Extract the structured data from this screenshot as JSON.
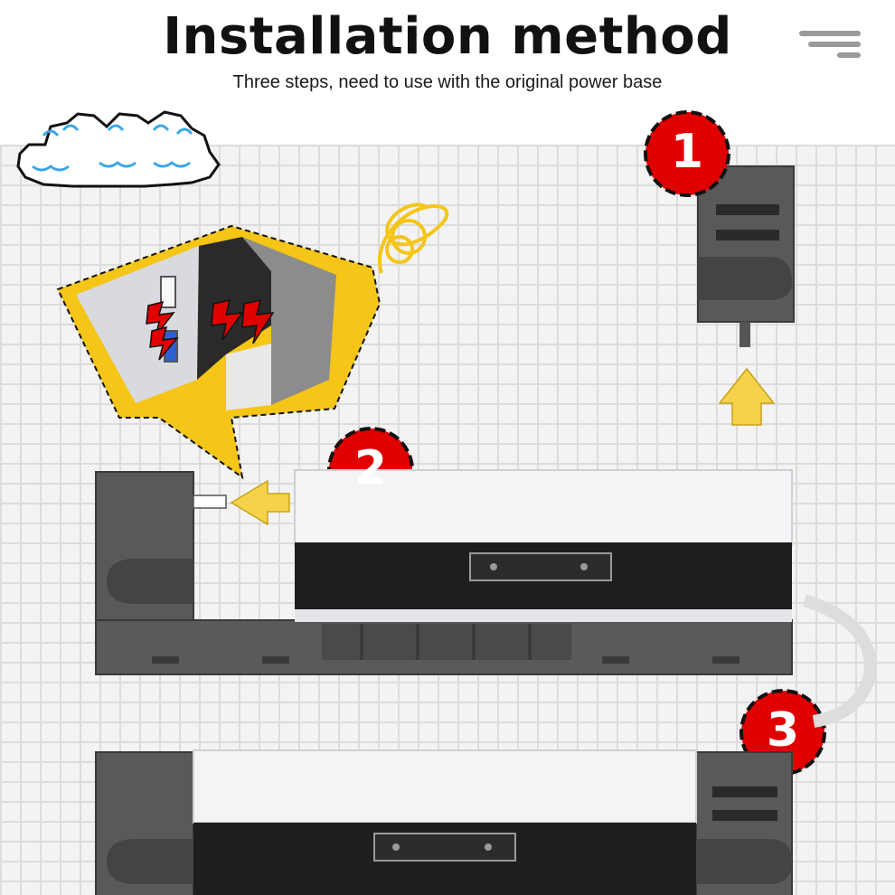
{
  "header": {
    "title": "Installation method",
    "subtitle": "Three steps, need to use with the original power base"
  },
  "steps": [
    {
      "number": "1"
    },
    {
      "number": "2"
    },
    {
      "number": "3"
    }
  ],
  "colors": {
    "accent_yellow": "#f5c518",
    "step_red": "#e00000",
    "base_gray": "#5a5a5a",
    "console_white": "#f4f4f6"
  },
  "icons": [
    "menu-icon",
    "cloud-icon",
    "lightning-icon",
    "arrow-up-icon",
    "arrow-left-icon",
    "cable-coil-icon"
  ]
}
